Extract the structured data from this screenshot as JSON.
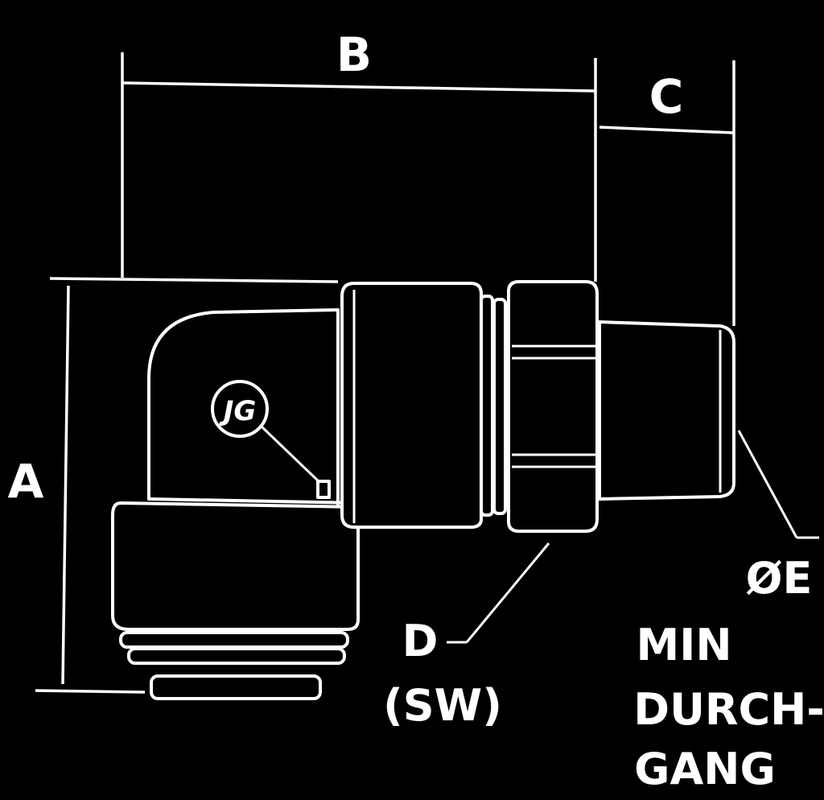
{
  "dimensions": {
    "a": "A",
    "b": "B",
    "c": "C",
    "d": "D",
    "d_note": "(SW)",
    "e": "ØE",
    "e_note_line1": "MIN",
    "e_note_line2": "DURCH-",
    "e_note_line3": "GANG"
  },
  "logo_text": "JG",
  "colors": {
    "background": "#000000",
    "line": "#ffffff"
  }
}
